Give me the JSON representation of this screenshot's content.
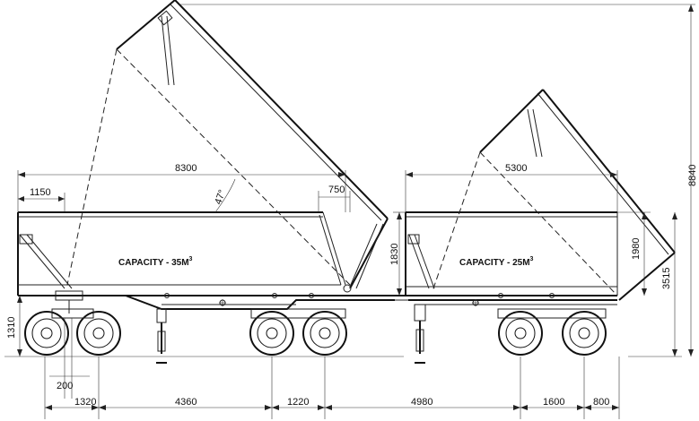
{
  "drawing": {
    "dimensions": {
      "trailer1_body_length": "8300",
      "trailer1_front_offset": "1150",
      "tip_angle": "47°",
      "rear_gap": "750",
      "trailer1_body_height": "1830",
      "trailer2_body_length": "5300",
      "trailer2_body_height": "1980",
      "overall_height_tipped": "8840",
      "overall_height": "3515",
      "deck_height": "1310",
      "axle_spread_small": "200",
      "front_overhang": "1320",
      "wheelbase_1": "4360",
      "axle_spacing_1": "1220",
      "wheelbase_2": "4980",
      "axle_spacing_2": "1600",
      "rear_overhang": "800"
    },
    "capacity_labels": {
      "trailer1": "CAPACITY  -  35M",
      "trailer1_sup": "3",
      "trailer2": "CAPACITY  -  25M",
      "trailer2_sup": "3"
    }
  }
}
